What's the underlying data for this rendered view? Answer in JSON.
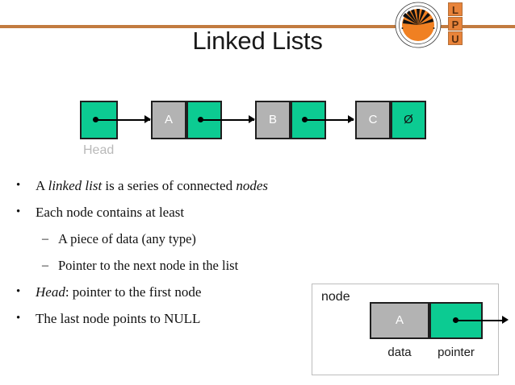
{
  "slide": {
    "title": "Linked Lists",
    "accent_color": "#c27b40",
    "node_data_color": "#b3b3b3",
    "node_pointer_color": "#0ccb92"
  },
  "logo": {
    "letters": [
      "L",
      "P",
      "U"
    ],
    "seal_alt": "lpu-seal"
  },
  "diagram": {
    "head_label": "Head",
    "nodes": [
      {
        "data": "A"
      },
      {
        "data": "B"
      },
      {
        "data": "C",
        "pointer_symbol": "Ø"
      }
    ]
  },
  "bullets": [
    {
      "level": 1,
      "marker": "•",
      "parts": [
        {
          "text": "A ",
          "italic": false
        },
        {
          "text": "linked list",
          "italic": true
        },
        {
          "text": " is a series of connected ",
          "italic": false
        },
        {
          "text": "nodes",
          "italic": true
        }
      ]
    },
    {
      "level": 1,
      "marker": "•",
      "parts": [
        {
          "text": "Each node contains at least",
          "italic": false
        }
      ]
    },
    {
      "level": 2,
      "marker": "–",
      "parts": [
        {
          "text": "A piece of data (any type)",
          "italic": false
        }
      ]
    },
    {
      "level": 2,
      "marker": "–",
      "parts": [
        {
          "text": "Pointer to the next node in the list",
          "italic": false
        }
      ]
    },
    {
      "level": 1,
      "marker": "•",
      "parts": [
        {
          "text": "Head",
          "italic": true
        },
        {
          "text": ": pointer to the first node",
          "italic": false
        }
      ]
    },
    {
      "level": 1,
      "marker": "•",
      "parts": [
        {
          "text": "The last node points to NULL",
          "italic": false
        }
      ]
    }
  ],
  "node_detail": {
    "box_label": "node",
    "data_value": "A",
    "data_caption": "data",
    "pointer_caption": "pointer"
  }
}
